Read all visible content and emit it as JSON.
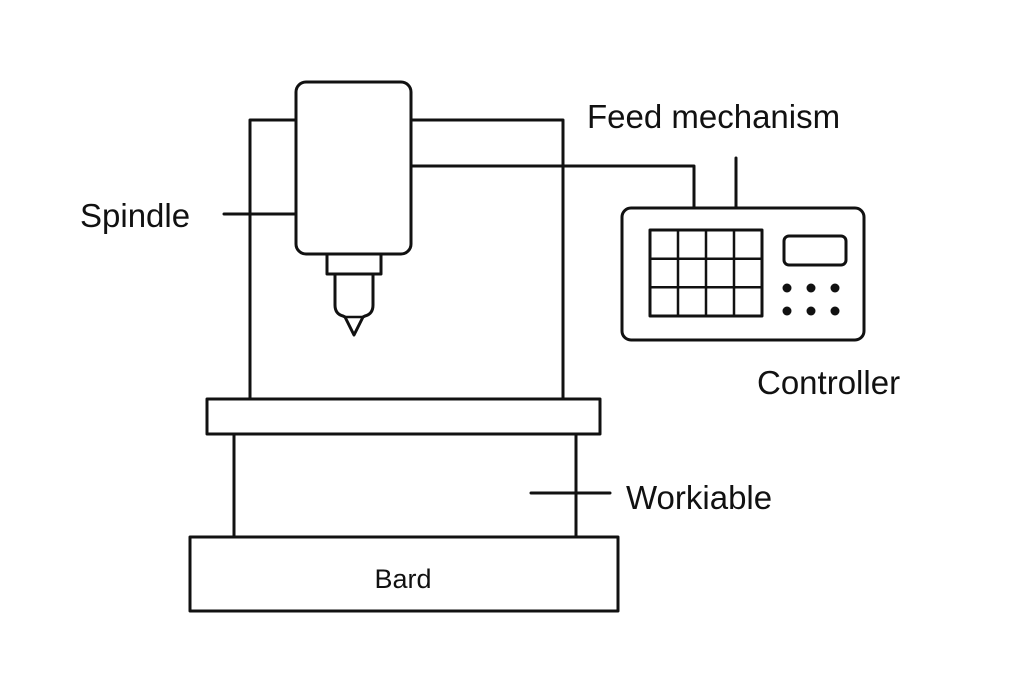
{
  "labels": {
    "spindle": "Spindle",
    "feed_mechanism": "Feed mechanism",
    "controller": "Controller",
    "workiable": "Workiable",
    "bard": "Bard"
  },
  "colors": {
    "ink": "#111111",
    "background": "#ffffff"
  }
}
